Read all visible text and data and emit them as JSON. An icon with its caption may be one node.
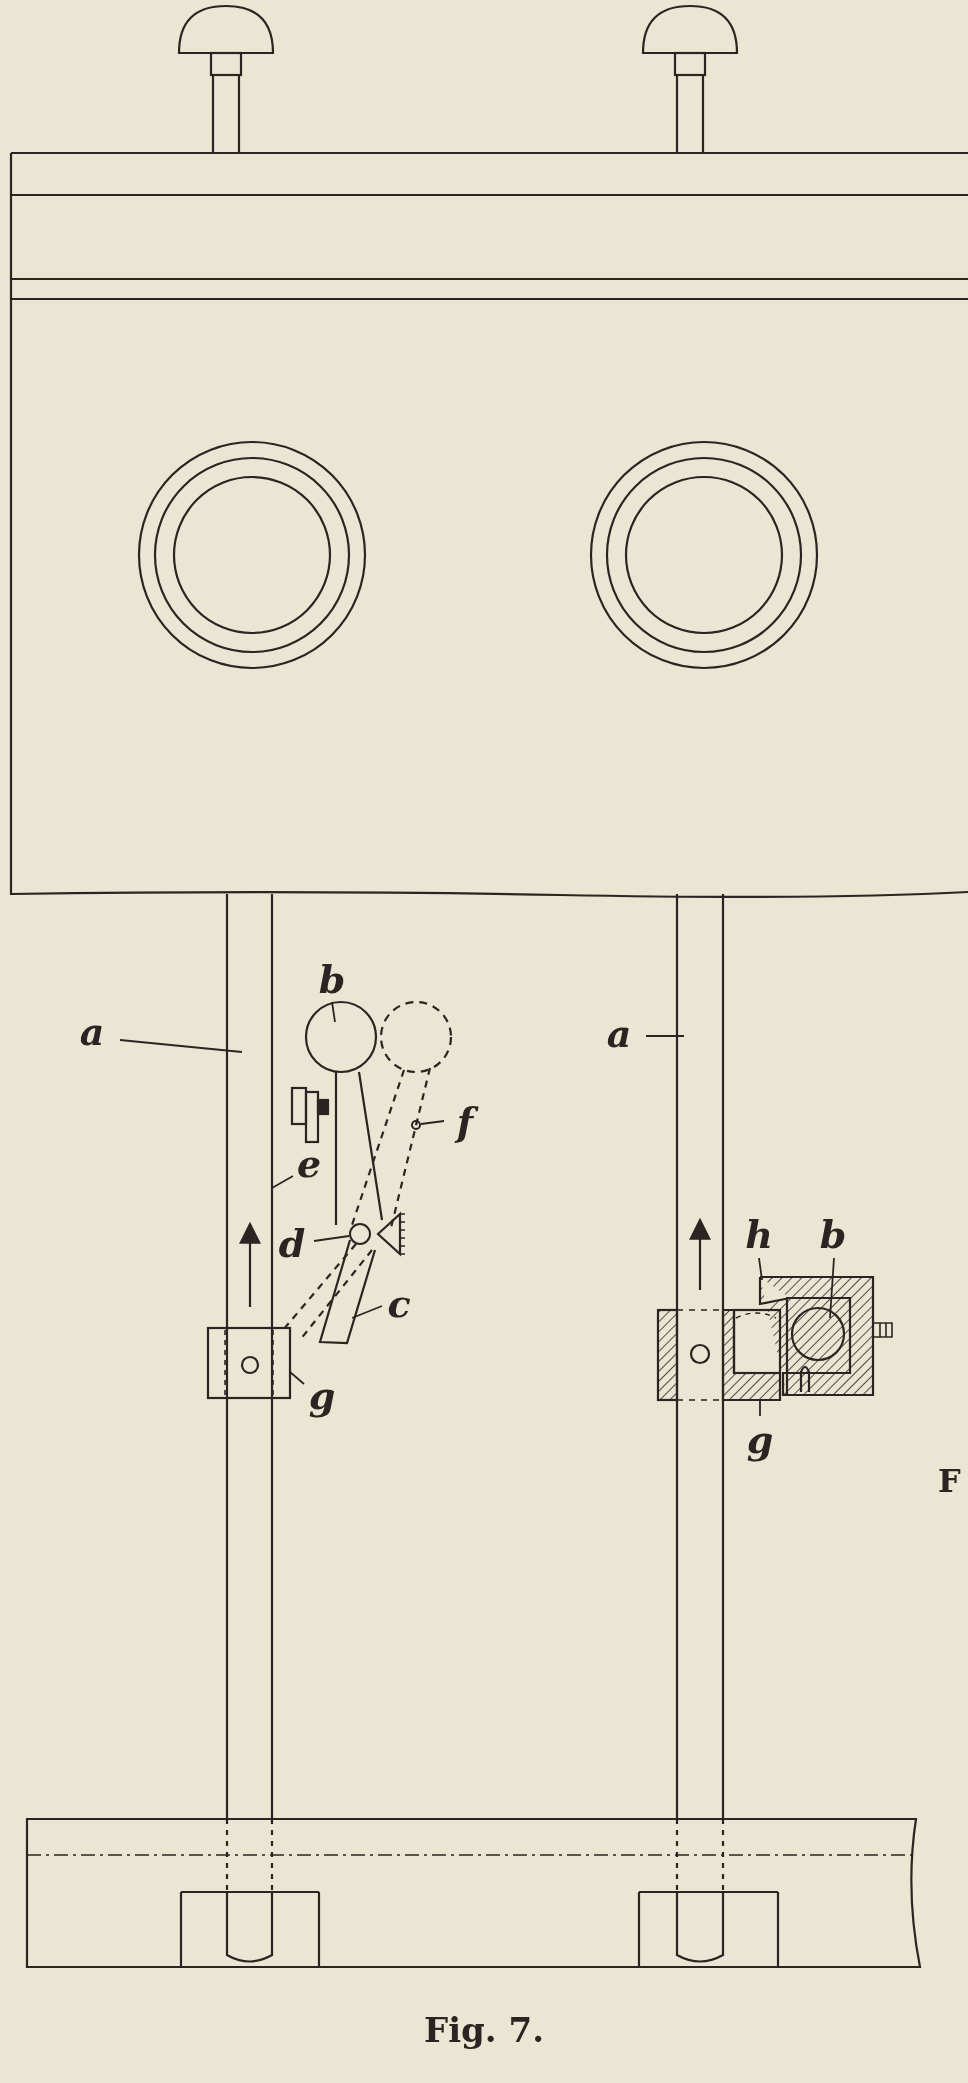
{
  "diagram": {
    "caption": "Fig. 7.",
    "nodes": [
      {
        "text": [
          "b"
        ]
      },
      {
        "text": [
          "a"
        ]
      },
      {
        "text": [
          "a"
        ]
      },
      {
        "text": [
          "f"
        ]
      },
      {
        "text": [
          "e"
        ]
      },
      {
        "text": [
          "h"
        ]
      },
      {
        "text": [
          "b"
        ]
      },
      {
        "text": [
          "d"
        ]
      },
      {
        "text": [
          "c"
        ]
      },
      {
        "text": [
          "g"
        ]
      },
      {
        "text": [
          "g"
        ]
      },
      {
        "text": [],
        "shape": "circle"
      },
      {
        "text": [],
        "shape": "circle"
      }
    ],
    "edges": [
      {
        "from": 0,
        "to": null,
        "arrow": "none"
      },
      {
        "from": 1,
        "to": null,
        "arrow": "none"
      },
      {
        "from": 2,
        "to": null,
        "arrow": "none"
      },
      {
        "from": 3,
        "to": 11,
        "arrow": "none"
      },
      {
        "from": 4,
        "to": null,
        "arrow": "none"
      },
      {
        "from": 5,
        "to": null,
        "arrow": "none"
      },
      {
        "from": 6,
        "to": null,
        "arrow": "none"
      },
      {
        "from": 7,
        "to": 12,
        "arrow": "none"
      },
      {
        "from": 8,
        "to": null,
        "arrow": "none"
      },
      {
        "from": 9,
        "to": null,
        "arrow": "none"
      },
      {
        "from": 10,
        "to": null,
        "arrow": "none"
      }
    ],
    "labels": [
      "F"
    ]
  }
}
